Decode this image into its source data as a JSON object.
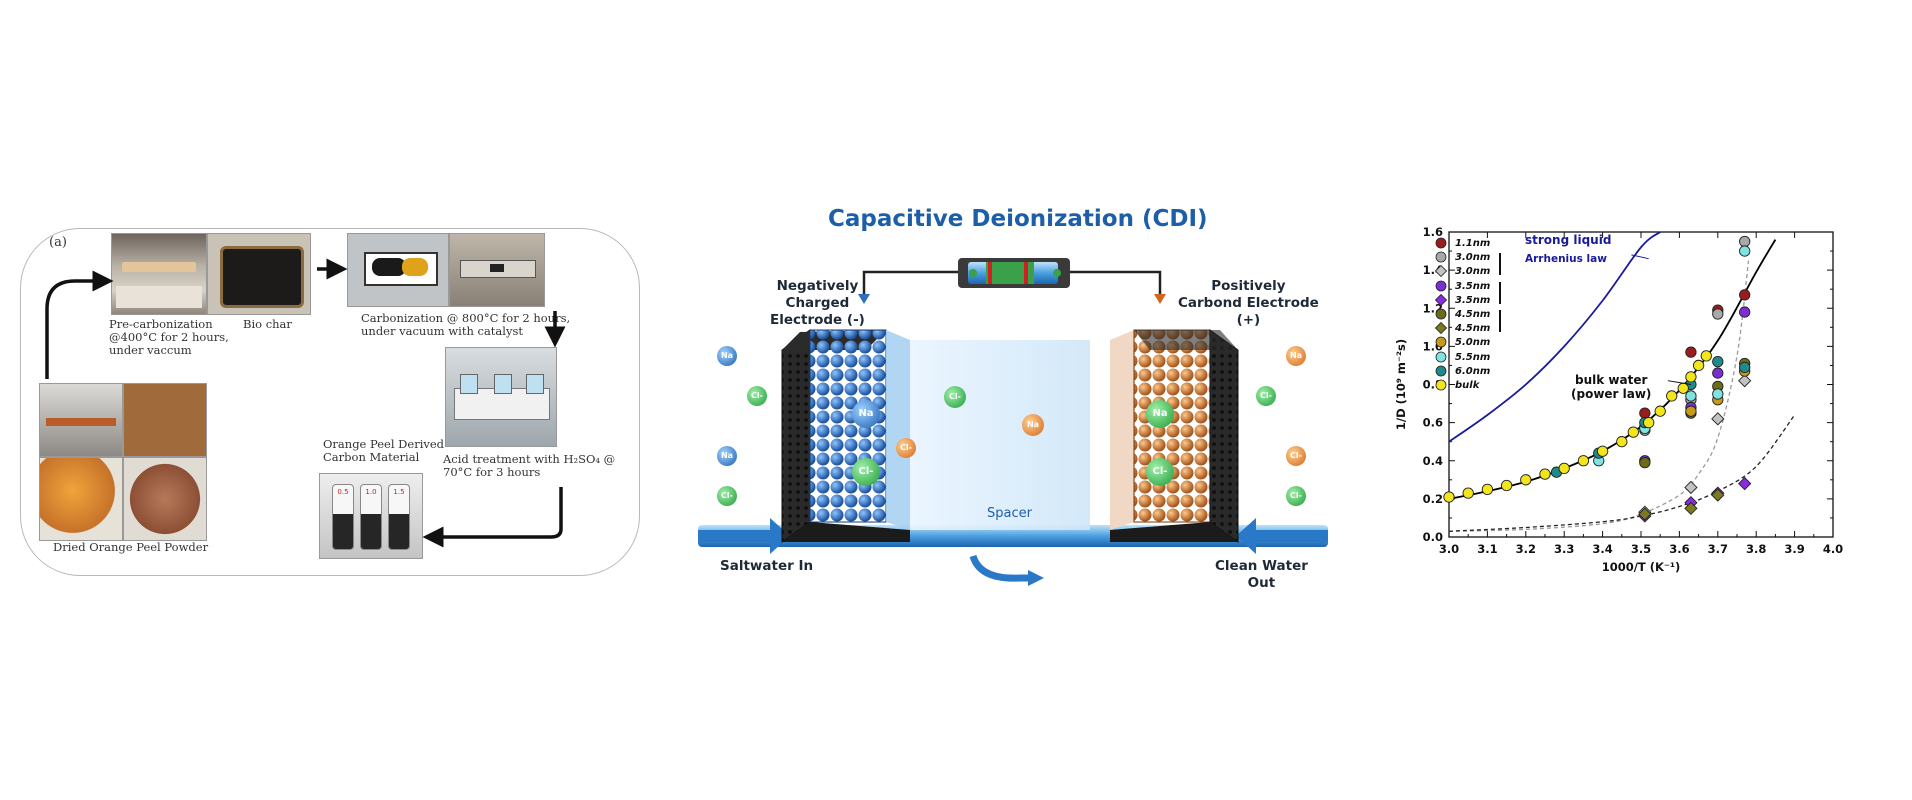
{
  "panel_a": {
    "label": "(a)",
    "steps": {
      "precarbonization": "Pre-carbonization\n@400°C for 2 hours,\nunder vaccum",
      "biochar": "Bio char",
      "carbonization": "Carbonization @ 800°C for 2 hours,\nunder vacuum with catalyst",
      "acid": "Acid treatment with H₂SO₄ @\n70°C for 3 hours",
      "product": "Orange Peel Derived\nCarbon Material",
      "powder": "Dried Orange Peel Powder"
    },
    "vial_labels": [
      "0.5",
      "1.0",
      "1.5"
    ]
  },
  "panel_b": {
    "title": "Capacitive Deionization (CDI)",
    "negative_label": "Negatively\nCharged\nElectrode (-)",
    "positive_label": "Positively\nCarbond Electrode\n(+)",
    "spacer": "Spacer",
    "inlet": "Saltwater In",
    "outlet": "Clean Water\nOut",
    "ion_na": "Na",
    "ion_cl": "Cl-",
    "colors": {
      "negative": "#2f6fc0",
      "positive": "#c8742a",
      "title": "#1d5ea8"
    }
  },
  "chart_data": {
    "type": "scatter",
    "xlabel": "1000/T (K⁻¹)",
    "ylabel": "1/D (10⁹ m⁻²s)",
    "xlim": [
      3.0,
      4.0
    ],
    "ylim": [
      0.0,
      1.6
    ],
    "xticks": [
      "3.0",
      "3.1",
      "3.2",
      "3.3",
      "3.4",
      "3.5",
      "3.6",
      "3.7",
      "3.8",
      "3.9",
      "4.0"
    ],
    "yticks": [
      "0.0",
      "0.2",
      "0.4",
      "0.6",
      "0.8",
      "1.0",
      "1.2",
      "1.4",
      "1.6"
    ],
    "annotations": {
      "strong_liquid": "strong liquid",
      "arrhenius": "Arrhenius law",
      "bulk_water": "bulk water",
      "power_law": "(power law)"
    },
    "series": [
      {
        "name": "1.1nm",
        "color": "#9b1c1c",
        "marker": "circle",
        "x": [
          3.51,
          3.63,
          3.7,
          3.77
        ],
        "y": [
          0.65,
          0.97,
          1.19,
          1.27
        ]
      },
      {
        "name": "3.0nm",
        "color": "#a8a8a8",
        "marker": "circle",
        "x": [
          3.51,
          3.63,
          3.7,
          3.77
        ],
        "y": [
          0.56,
          0.72,
          1.17,
          1.55
        ]
      },
      {
        "name": "3.0nm",
        "color": "#c2c2c2",
        "marker": "diamond",
        "x": [
          3.51,
          3.63,
          3.7,
          3.77
        ],
        "y": [
          0.13,
          0.26,
          0.62,
          0.82
        ]
      },
      {
        "name": "3.5nm",
        "color": "#7b2fd0",
        "marker": "circle",
        "x": [
          3.51,
          3.63,
          3.7,
          3.77
        ],
        "y": [
          0.4,
          0.68,
          0.86,
          1.18
        ]
      },
      {
        "name": "3.5nm",
        "color": "#8a2be2",
        "marker": "diamond",
        "x": [
          3.51,
          3.63,
          3.7,
          3.77
        ],
        "y": [
          0.11,
          0.18,
          0.23,
          0.28
        ]
      },
      {
        "name": "4.5nm",
        "color": "#6b6b1a",
        "marker": "circle",
        "x": [
          3.51,
          3.63,
          3.7,
          3.77
        ],
        "y": [
          0.39,
          0.65,
          0.79,
          0.91
        ]
      },
      {
        "name": "4.5nm",
        "color": "#7d7a1e",
        "marker": "diamond",
        "x": [
          3.51,
          3.63,
          3.7
        ],
        "y": [
          0.12,
          0.15,
          0.22
        ]
      },
      {
        "name": "5.0nm",
        "color": "#c89a1a",
        "marker": "circle",
        "x": [
          3.51,
          3.63,
          3.7,
          3.77
        ],
        "y": [
          0.58,
          0.66,
          0.72,
          0.87
        ]
      },
      {
        "name": "5.5nm",
        "color": "#7fe3e3",
        "marker": "circle",
        "x": [
          3.39,
          3.51,
          3.63,
          3.7,
          3.77
        ],
        "y": [
          0.4,
          0.57,
          0.74,
          0.75,
          1.5
        ]
      },
      {
        "name": "6.0nm",
        "color": "#1f8a8a",
        "marker": "circle",
        "x": [
          3.28,
          3.39,
          3.51,
          3.63,
          3.7,
          3.77
        ],
        "y": [
          0.34,
          0.44,
          0.6,
          0.8,
          0.92,
          0.89
        ]
      },
      {
        "name": "bulk",
        "color": "#f2e51c",
        "marker": "circle",
        "x": [
          3.0,
          3.05,
          3.1,
          3.15,
          3.2,
          3.25,
          3.3,
          3.35,
          3.4,
          3.45,
          3.48,
          3.52,
          3.55,
          3.58,
          3.61,
          3.63,
          3.65,
          3.67
        ],
        "y": [
          0.21,
          0.23,
          0.25,
          0.27,
          0.3,
          0.33,
          0.36,
          0.4,
          0.45,
          0.5,
          0.55,
          0.6,
          0.66,
          0.74,
          0.78,
          0.84,
          0.9,
          0.95
        ]
      }
    ],
    "curves": [
      {
        "label": "bulk water (power law)",
        "style": "solid",
        "color": "#000000",
        "x": [
          3.0,
          3.1,
          3.2,
          3.3,
          3.4,
          3.5,
          3.6,
          3.7,
          3.8,
          3.85
        ],
        "y": [
          0.2,
          0.24,
          0.29,
          0.36,
          0.45,
          0.58,
          0.77,
          1.03,
          1.39,
          1.56
        ]
      },
      {
        "label": "strong liquid Arrhenius law",
        "style": "solid",
        "color": "#1a1a9c",
        "x": [
          3.0,
          3.1,
          3.2,
          3.3,
          3.4,
          3.5,
          3.55
        ],
        "y": [
          0.5,
          0.64,
          0.8,
          1.0,
          1.24,
          1.52,
          1.6
        ]
      },
      {
        "label": "",
        "style": "dashed",
        "color": "#999999",
        "x": [
          3.0,
          3.2,
          3.4,
          3.5,
          3.6,
          3.65,
          3.7,
          3.75,
          3.78
        ],
        "y": [
          0.03,
          0.04,
          0.07,
          0.12,
          0.22,
          0.33,
          0.52,
          0.95,
          1.45
        ]
      },
      {
        "label": "",
        "style": "dashed",
        "color": "#222222",
        "x": [
          3.0,
          3.2,
          3.4,
          3.5,
          3.6,
          3.7,
          3.8,
          3.9
        ],
        "y": [
          0.03,
          0.05,
          0.08,
          0.11,
          0.16,
          0.24,
          0.37,
          0.64
        ]
      }
    ]
  }
}
